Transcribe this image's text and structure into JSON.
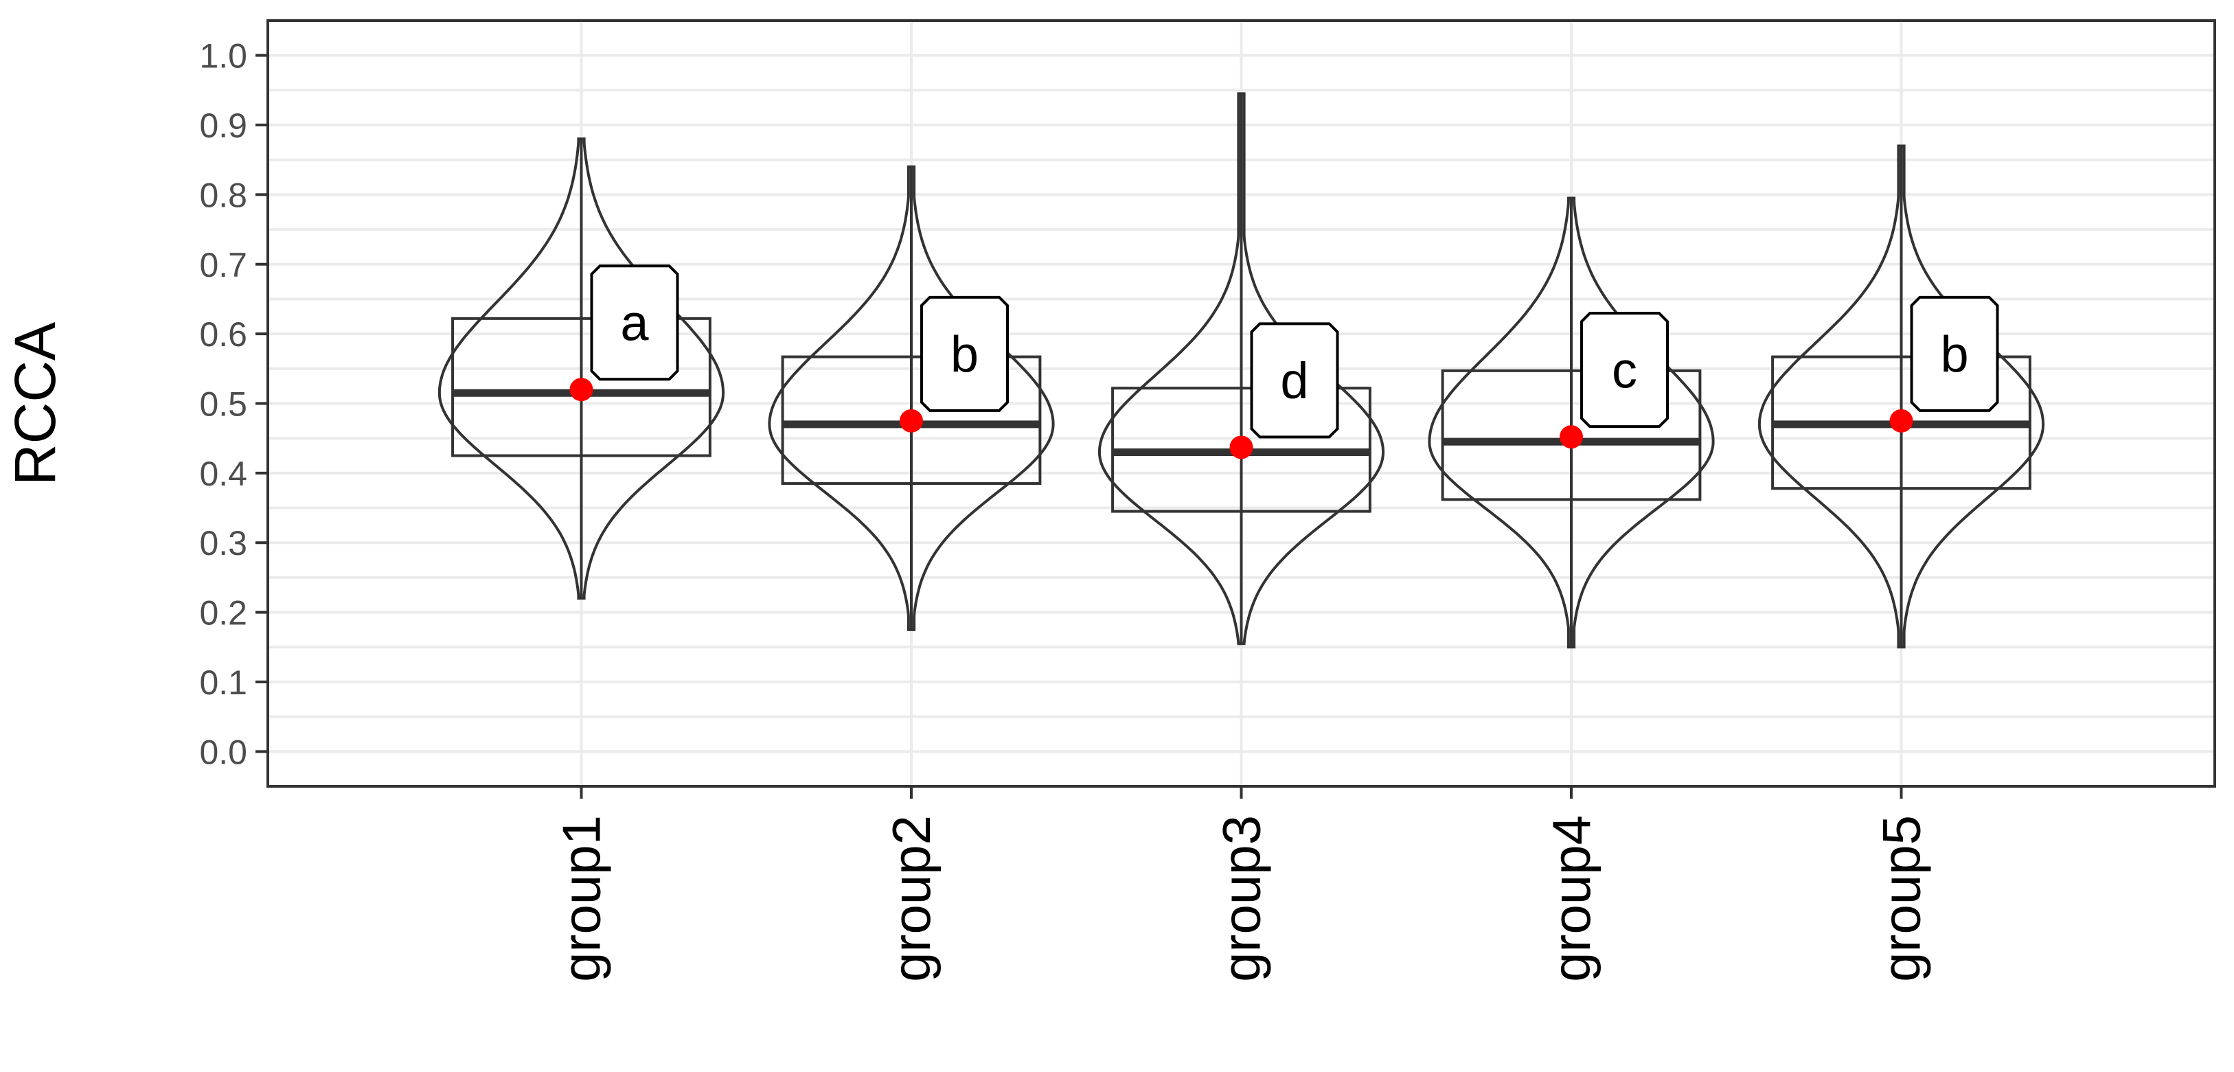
{
  "chart_data": {
    "type": "violin",
    "ylabel": "RCCA",
    "xlabel": "",
    "ylim": [
      -0.05,
      1.05
    ],
    "yticks": [
      "0.0",
      "0.1",
      "0.2",
      "0.3",
      "0.4",
      "0.5",
      "0.6",
      "0.7",
      "0.8",
      "0.9",
      "1.0"
    ],
    "grid": true,
    "categories": [
      "group1",
      "group2",
      "group3",
      "group4",
      "group5"
    ],
    "groups": [
      {
        "name": "group1",
        "min": 0.22,
        "q1": 0.425,
        "median": 0.515,
        "q3": 0.622,
        "max": 0.88,
        "mean": 0.52,
        "letter": "a"
      },
      {
        "name": "group2",
        "min": 0.175,
        "q1": 0.385,
        "median": 0.47,
        "q3": 0.567,
        "max": 0.84,
        "mean": 0.475,
        "letter": "b"
      },
      {
        "name": "group3",
        "min": 0.155,
        "q1": 0.345,
        "median": 0.43,
        "q3": 0.522,
        "max": 0.945,
        "mean": 0.437,
        "letter": "d"
      },
      {
        "name": "group4",
        "min": 0.15,
        "q1": 0.362,
        "median": 0.445,
        "q3": 0.547,
        "max": 0.795,
        "mean": 0.452,
        "letter": "c"
      },
      {
        "name": "group5",
        "min": 0.15,
        "q1": 0.378,
        "median": 0.47,
        "q3": 0.567,
        "max": 0.87,
        "mean": 0.475,
        "letter": "b"
      }
    ],
    "colors": {
      "line": "#333333",
      "mean_point": "#ff0000",
      "grid": "#ebebeb",
      "panel_border": "#333333"
    }
  }
}
